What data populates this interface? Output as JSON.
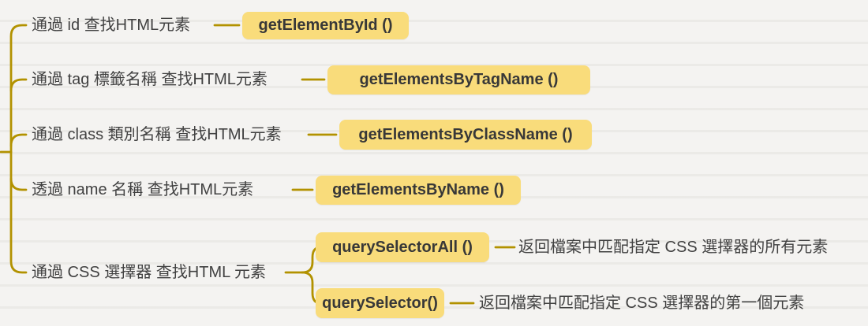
{
  "title": "DOM element lookup methods mind map",
  "colors": {
    "background": "#f4f3f1",
    "connector_line": "#b29200",
    "node_highlight": "#f9dc7b",
    "label_text": "#414141",
    "method_text": "#383838"
  },
  "branches": [
    {
      "label": "通過 id 查找HTML元素",
      "method": "getElementById ()"
    },
    {
      "label": "通過 tag 標籤名稱 查找HTML元素",
      "method": "getElementsByTagName ()"
    },
    {
      "label": "通過 class 類別名稱 查找HTML元素",
      "method": "getElementsByClassName ()"
    },
    {
      "label": "透過 name 名稱 查找HTML元素",
      "method": "getElementsByName ()"
    },
    {
      "label": "通過 CSS 選擇器 查找HTML 元素",
      "children": [
        {
          "method": "querySelectorAll ()",
          "description": "返回檔案中匹配指定 CSS 選擇器的所有元素"
        },
        {
          "method": "querySelector()",
          "description": "返回檔案中匹配指定 CSS 選擇器的第一個元素"
        }
      ]
    }
  ]
}
